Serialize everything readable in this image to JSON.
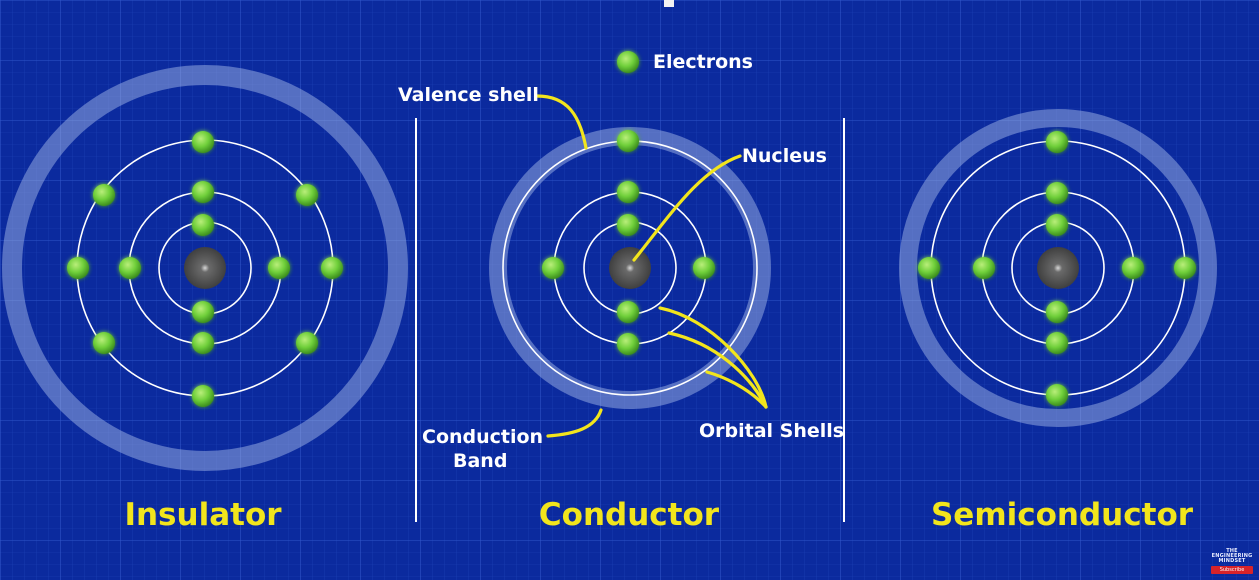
{
  "legend": {
    "electrons_label": "Electrons"
  },
  "labels": {
    "valence_shell": "Valence shell",
    "nucleus": "Nucleus",
    "conduction_band_line1": "Conduction",
    "conduction_band_line2": "Band",
    "orbital_shells": "Orbital Shells"
  },
  "atoms": [
    {
      "name": "Insulator"
    },
    {
      "name": "Conductor"
    },
    {
      "name": "Semiconductor"
    }
  ],
  "watermark": {
    "line1": "THE",
    "line2": "ENGINEERING",
    "line3": "MINDSET",
    "subscribe": "Subscribe"
  },
  "colors": {
    "background": "#0b2a9e",
    "grid": "#2f55c9",
    "electron": "#6fcf3a",
    "nucleus": "#4a4a4a",
    "label_yellow": "#f2e51c",
    "text_white": "#ffffff",
    "band": "#9fb4e6"
  }
}
